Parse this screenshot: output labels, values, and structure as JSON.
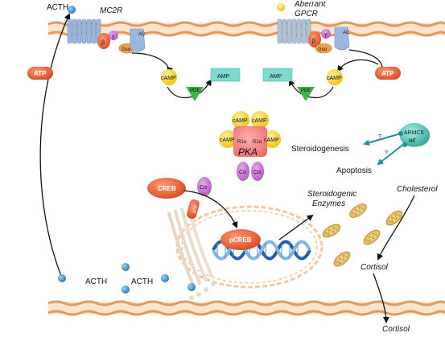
{
  "labels": {
    "acth_top": "ACTH",
    "mc2r": "MC2R",
    "aberrant_gpcr": "Aberrant\nGPCR",
    "atp": "ATP",
    "camp": "cAMP",
    "amp": "AMP",
    "pde": "PDE",
    "gsa": "Gsα",
    "ac": "AC",
    "beta": "β",
    "gamma": "γ",
    "r1a": "R1α",
    "pka": "PKA",
    "ca": "Cα",
    "creb": "CREB",
    "pcreb": "pCREB",
    "steroidogenic_enzymes": "Steroidogenic\nEnzymes",
    "cholesterol": "Cholesterol",
    "cortisol_mid": "Cortisol",
    "cortisol_bottom": "Cortisol",
    "armc5": "ARMC5",
    "armc5_sub": "wt",
    "steroidogenesis": "Steroidogenesis",
    "apoptosis": "Apoptosis",
    "question": "?",
    "acth_bottom_1": "ACTH",
    "acth_bottom_2": "ACTH"
  },
  "colors": {
    "membrane": "#f0b58a",
    "receptor_mc2r": "#9cb7dd",
    "receptor_gpcr": "#b4c4d8",
    "ligand_acth": "#3a8fd0",
    "ligand_gpcr": "#f2c23a",
    "atp": "#d8482c",
    "camp": "#f5d31a",
    "amp": "#7fd9d2",
    "pde": "#3cb54a",
    "pka": "#f07f7f",
    "ca": "#c66ad0",
    "creb": "#e85a30",
    "armc5": "#4ab7ad",
    "mitochondria": "#e8c46a",
    "dna_dark": "#1f5fa8",
    "dna_light": "#7fb8e8"
  },
  "icons": [
    "receptor-7tm-icon",
    "mitochondrion-icon",
    "dna-helix-icon",
    "golgi-icon",
    "nucleus-icon"
  ]
}
